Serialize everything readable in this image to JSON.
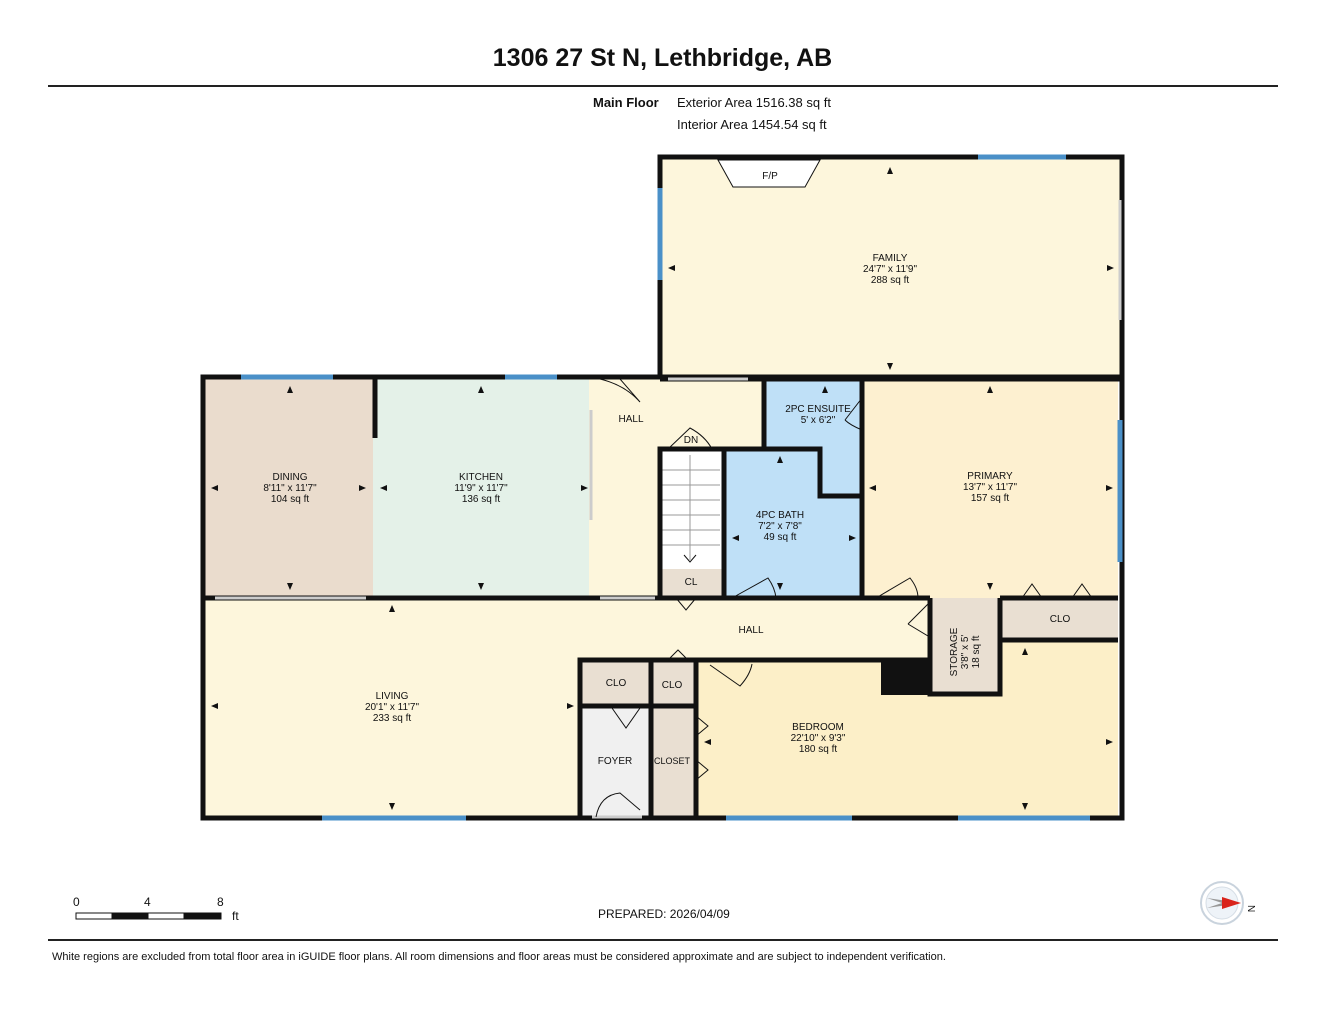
{
  "header": {
    "title": "1306 27 St N, Lethbridge, AB"
  },
  "areas": {
    "floor_name": "Main Floor",
    "exterior": "Exterior Area 1516.38 sq ft",
    "interior": "Interior Area 1454.54 sq ft"
  },
  "rooms": {
    "family": {
      "name": "FAMILY",
      "dims": "24'7\" x 11'9\"",
      "area": "288 sq ft"
    },
    "fireplace": {
      "name": "F/P"
    },
    "dining": {
      "name": "DINING",
      "dims": "8'11\" x 11'7\"",
      "area": "104 sq ft"
    },
    "kitchen": {
      "name": "KITCHEN",
      "dims": "11'9\" x 11'7\"",
      "area": "136 sq ft"
    },
    "hall_upper": {
      "name": "HALL"
    },
    "stairs": {
      "name": "DN"
    },
    "closet_cl": {
      "name": "CL"
    },
    "ensuite": {
      "name": "2PC ENSUITE",
      "dims": "5' x 6'2\""
    },
    "bath": {
      "name": "4PC BATH",
      "dims": "7'2\" x 7'8\"",
      "area": "49 sq ft"
    },
    "primary": {
      "name": "PRIMARY",
      "dims": "13'7\" x 11'7\"",
      "area": "157 sq ft"
    },
    "hall_main": {
      "name": "HALL"
    },
    "storage": {
      "name": "STORAGE",
      "dims": "3'8\" x 5'",
      "area": "18 sq ft"
    },
    "clo_right": {
      "name": "CLO"
    },
    "living": {
      "name": "LIVING",
      "dims": "20'1\" x 11'7\"",
      "area": "233 sq ft"
    },
    "clo_a": {
      "name": "CLO"
    },
    "clo_b": {
      "name": "CLO"
    },
    "foyer": {
      "name": "FOYER"
    },
    "closet": {
      "name": "CLOSET"
    },
    "bedroom": {
      "name": "BEDROOM",
      "dims": "22'10\" x 9'3\"",
      "area": "180 sq ft"
    }
  },
  "scale": {
    "ticks": [
      "0",
      "4",
      "8"
    ],
    "unit": "ft"
  },
  "compass": {
    "label": "N"
  },
  "footer": {
    "prepared": "PREPARED: 2026/04/09",
    "disclaimer": "White regions are excluded from total floor area in iGUIDE floor plans. All room dimensions and floor areas must be considered approximate and are subject to independent verification."
  },
  "colors": {
    "wall": "#111111",
    "window": "#4a90c8",
    "family": "#fdf6dc",
    "dining": "#eadccd",
    "kitchen": "#e4f1e8",
    "hall": "#fdf6dc",
    "bath": "#bfe0f7",
    "primary": "#fdf0d0",
    "living": "#fdf6dc",
    "bedroom": "#fcefc8",
    "closet": "#e9dfd2"
  }
}
